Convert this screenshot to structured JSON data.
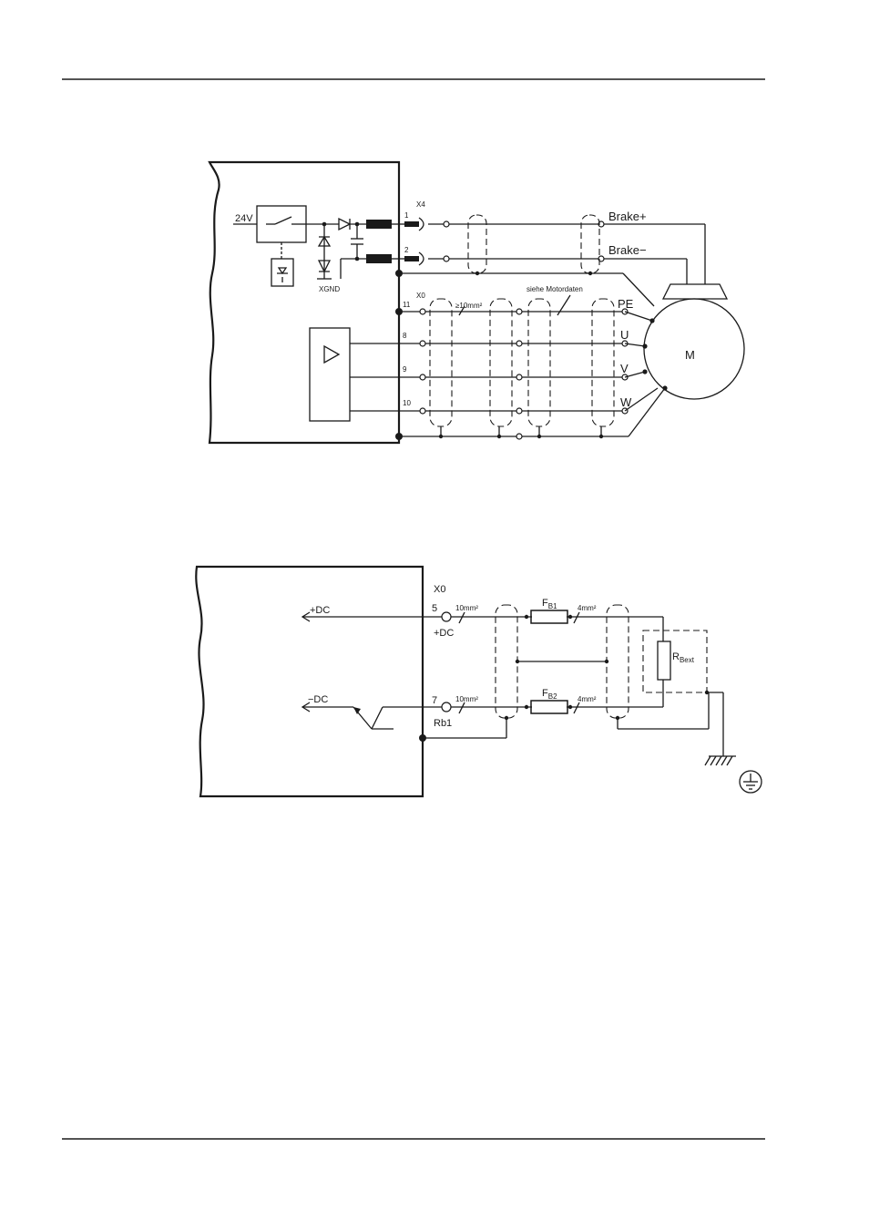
{
  "diagram1": {
    "supply_label": "24V",
    "xgnd_label": "XGND",
    "connector_x4": "X4",
    "pin_1": "1",
    "pin_2": "2",
    "brake_plus": "Brake+",
    "brake_minus": "Brake−",
    "connector_x0": "X0",
    "pin_11": "11",
    "pin_8": "8",
    "pin_9": "9",
    "pin_10": "10",
    "cross_section": "≥10mm²",
    "siehe_motordaten": "siehe Motordaten",
    "pe_label": "PE",
    "u_label": "U",
    "v_label": "V",
    "w_label": "W",
    "motor_label": "M"
  },
  "diagram2": {
    "connector_x0": "X0",
    "pin_5": "5",
    "pin_7": "7",
    "plus_dc_internal": "+DC",
    "minus_dc_internal": "−DC",
    "plus_dc_pin": "+DC",
    "rb1_pin": "Rb1",
    "cross_section_1": "10mm²",
    "cross_section_2": "10mm²",
    "cross_section_3": "4mm²",
    "cross_section_4": "4mm²",
    "fuse_1_main": "F",
    "fuse_1_sub": "B1",
    "fuse_2_main": "F",
    "fuse_2_sub": "B2",
    "resistor_main": "R",
    "resistor_sub": "Bext"
  }
}
